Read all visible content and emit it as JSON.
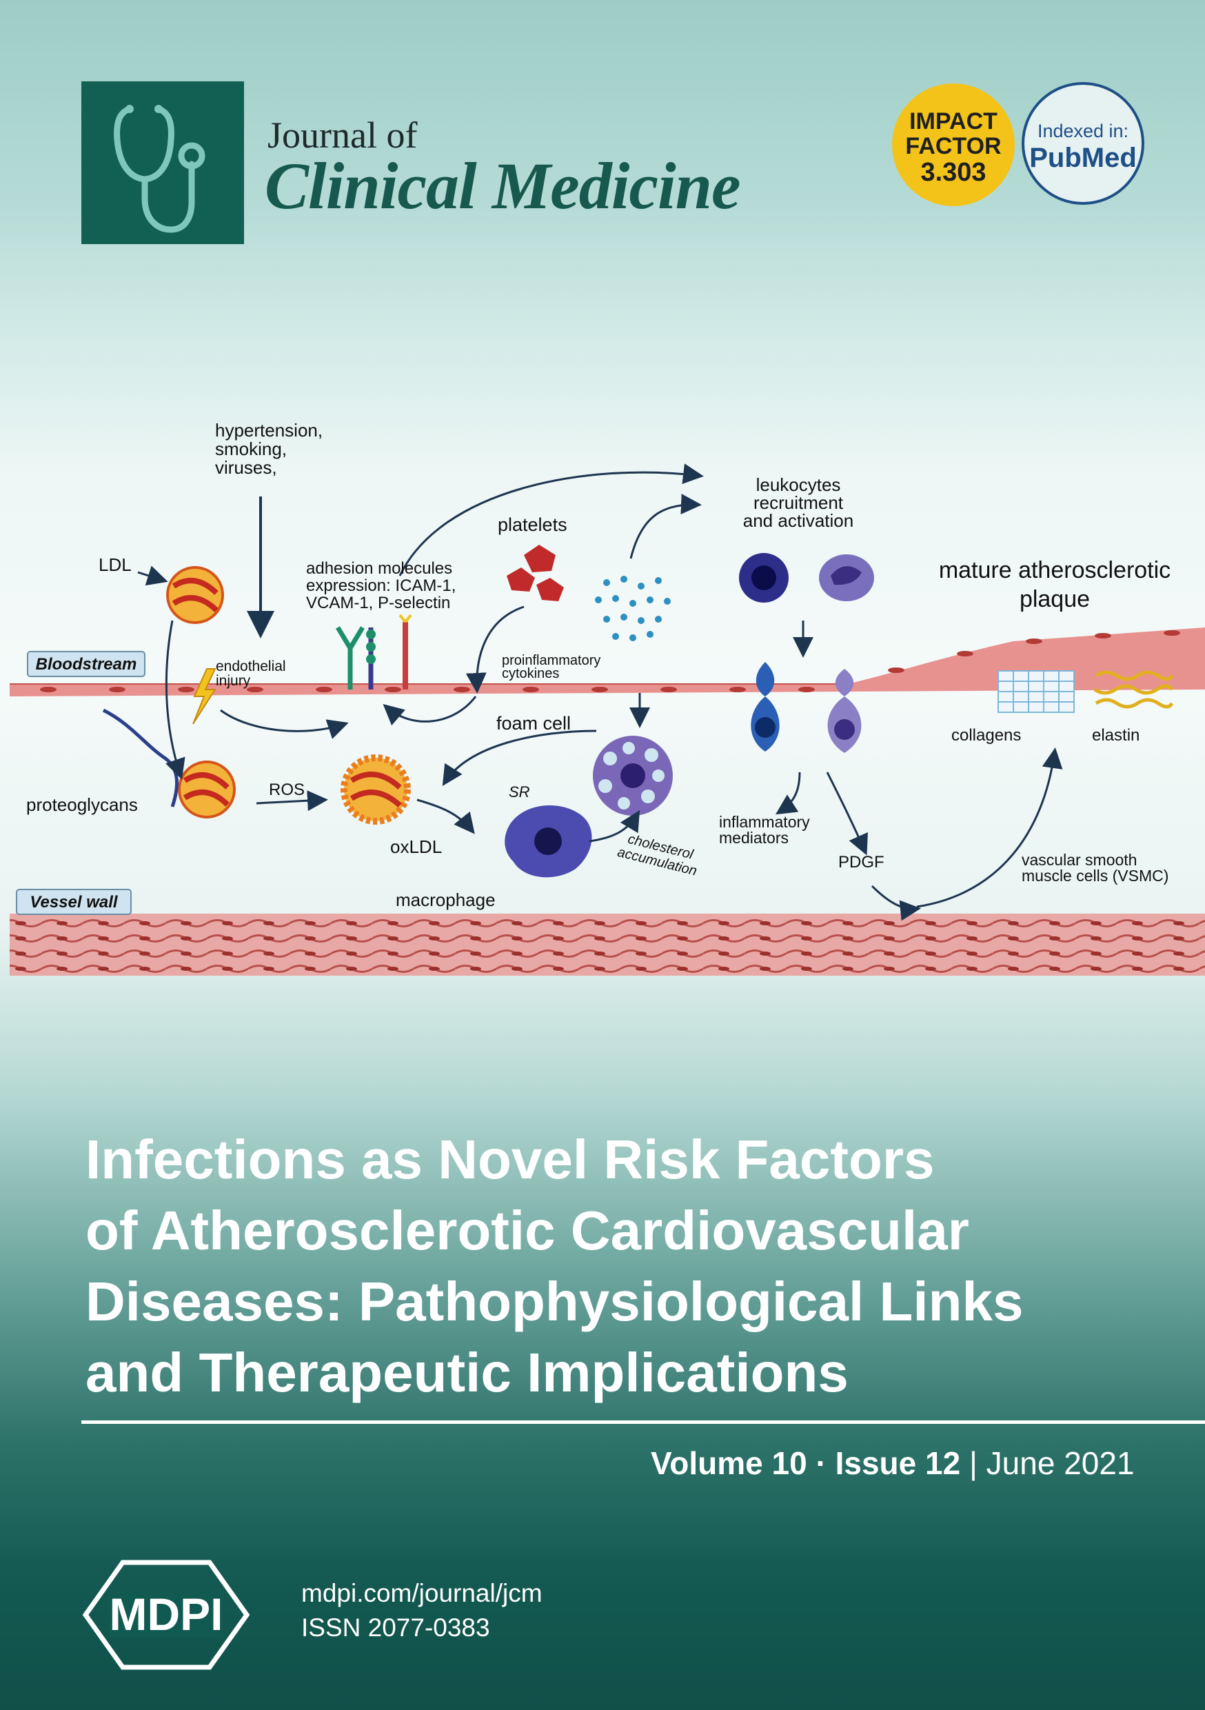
{
  "header": {
    "journal_of": "Journal of",
    "journal_name": "Clinical Medicine",
    "impact_factor": {
      "line1": "IMPACT",
      "line2": "FACTOR",
      "value": "3.303",
      "color": "#f3c31a"
    },
    "indexed": {
      "label": "Indexed in:",
      "name": "PubMed",
      "color": "#1e4f86"
    },
    "logo_icon": "stethoscope-icon",
    "brand_color": "#125f53"
  },
  "figure": {
    "labels": {
      "hypertension": [
        "hypertension,",
        "smoking,",
        "viruses,"
      ],
      "ldl": "LDL",
      "bloodstream": "Bloodstream",
      "endothelial": [
        "endothelial",
        "injury"
      ],
      "adhesion": [
        "adhesion molecules",
        "expression: ICAM-1,",
        "VCAM-1, P-selectin"
      ],
      "platelets": "platelets",
      "leukocytes": [
        "leukocytes",
        "recruitment",
        "and activation"
      ],
      "mature": [
        "mature atherosclerotic",
        "plaque"
      ],
      "proinflammatory": [
        "proinflammatory",
        "cytokines"
      ],
      "foam_cell": "foam cell",
      "collagens": "collagens",
      "elastin": "elastin",
      "proteoglycans": "proteoglycans",
      "ros": "ROS",
      "sr": "SR",
      "oxldl": "oxLDL",
      "cholesterol": [
        "cholesterol",
        "accumulation"
      ],
      "inflammatory": [
        "inflammatory",
        "mediators"
      ],
      "pdgf": "PDGF",
      "vsmc": [
        "vascular smooth",
        "muscle cells (VSMC)"
      ],
      "vessel_wall": "Vessel wall",
      "macrophage": "macrophage"
    }
  },
  "article": {
    "title": "Infections as Novel Risk Factors\nof Atherosclerotic Cardiovascular\nDiseases: Pathophysiological Links\nand Therapeutic Implications"
  },
  "issue": {
    "volume": "Volume 10",
    "separator": "·",
    "issue": "Issue 12",
    "divider": "|",
    "date": "June 2021"
  },
  "footer": {
    "publisher": "MDPI",
    "url": "mdpi.com/journal/jcm",
    "issn": "ISSN 2077-0383"
  }
}
